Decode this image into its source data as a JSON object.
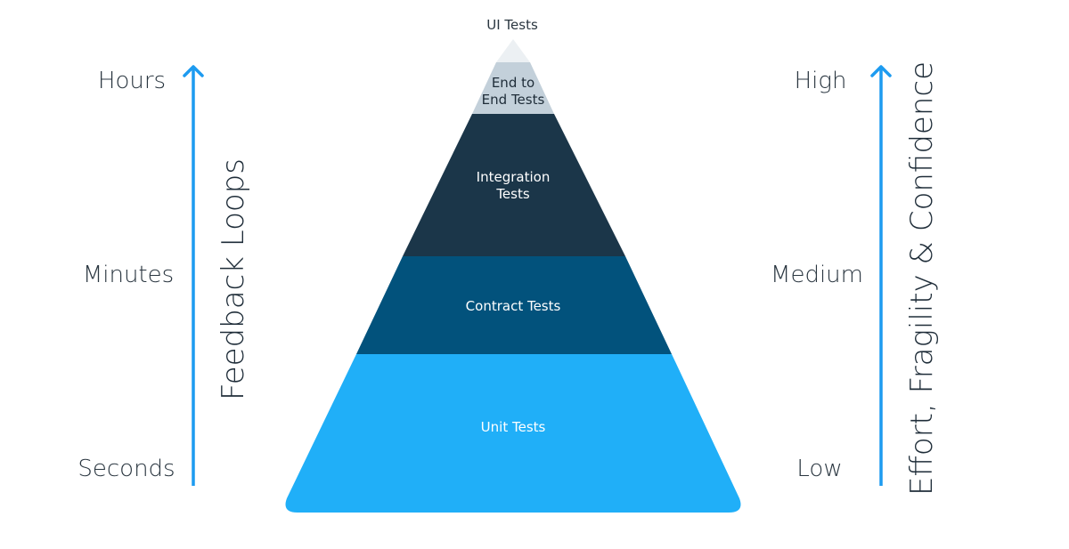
{
  "left_axis": {
    "title": "Feedback Loops",
    "levels": [
      "Hours",
      "Minutes",
      "Seconds"
    ]
  },
  "right_axis": {
    "title": "Effort, Fragility & Confidence",
    "levels": [
      "High",
      "Medium",
      "Low"
    ]
  },
  "pyramid": {
    "layers": [
      {
        "line1": "UI Tests",
        "line2": "",
        "color": "#ecf0f3",
        "text_color": "#2a3640"
      },
      {
        "line1": "End to",
        "line2": "End Tests",
        "color": "#c3d0da",
        "text_color": "#1e2c38"
      },
      {
        "line1": "Integration",
        "line2": "Tests",
        "color": "#1b3649",
        "text_color": "#ffffff"
      },
      {
        "line1": "Contract Tests",
        "line2": "",
        "color": "#02527c",
        "text_color": "#ffffff"
      },
      {
        "line1": "Unit Tests",
        "line2": "",
        "color": "#20aff8",
        "text_color": "#ffffff"
      }
    ]
  },
  "colors": {
    "arrow": "#1d9bf0"
  }
}
